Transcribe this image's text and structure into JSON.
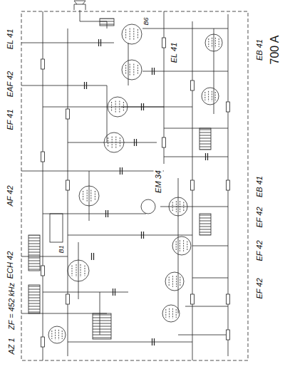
{
  "diagram": {
    "labels": [
      "EL 41",
      "EAF 42",
      "EF 41",
      "AF 42",
      "ECH 42",
      "ZF = 452 kHz",
      "AZ 1",
      "EL 41",
      "EM 34",
      "EB 41",
      "700 A",
      "EB 41",
      "EF 42",
      "EF 42",
      "EF 42",
      "B6",
      "B1"
    ]
  }
}
